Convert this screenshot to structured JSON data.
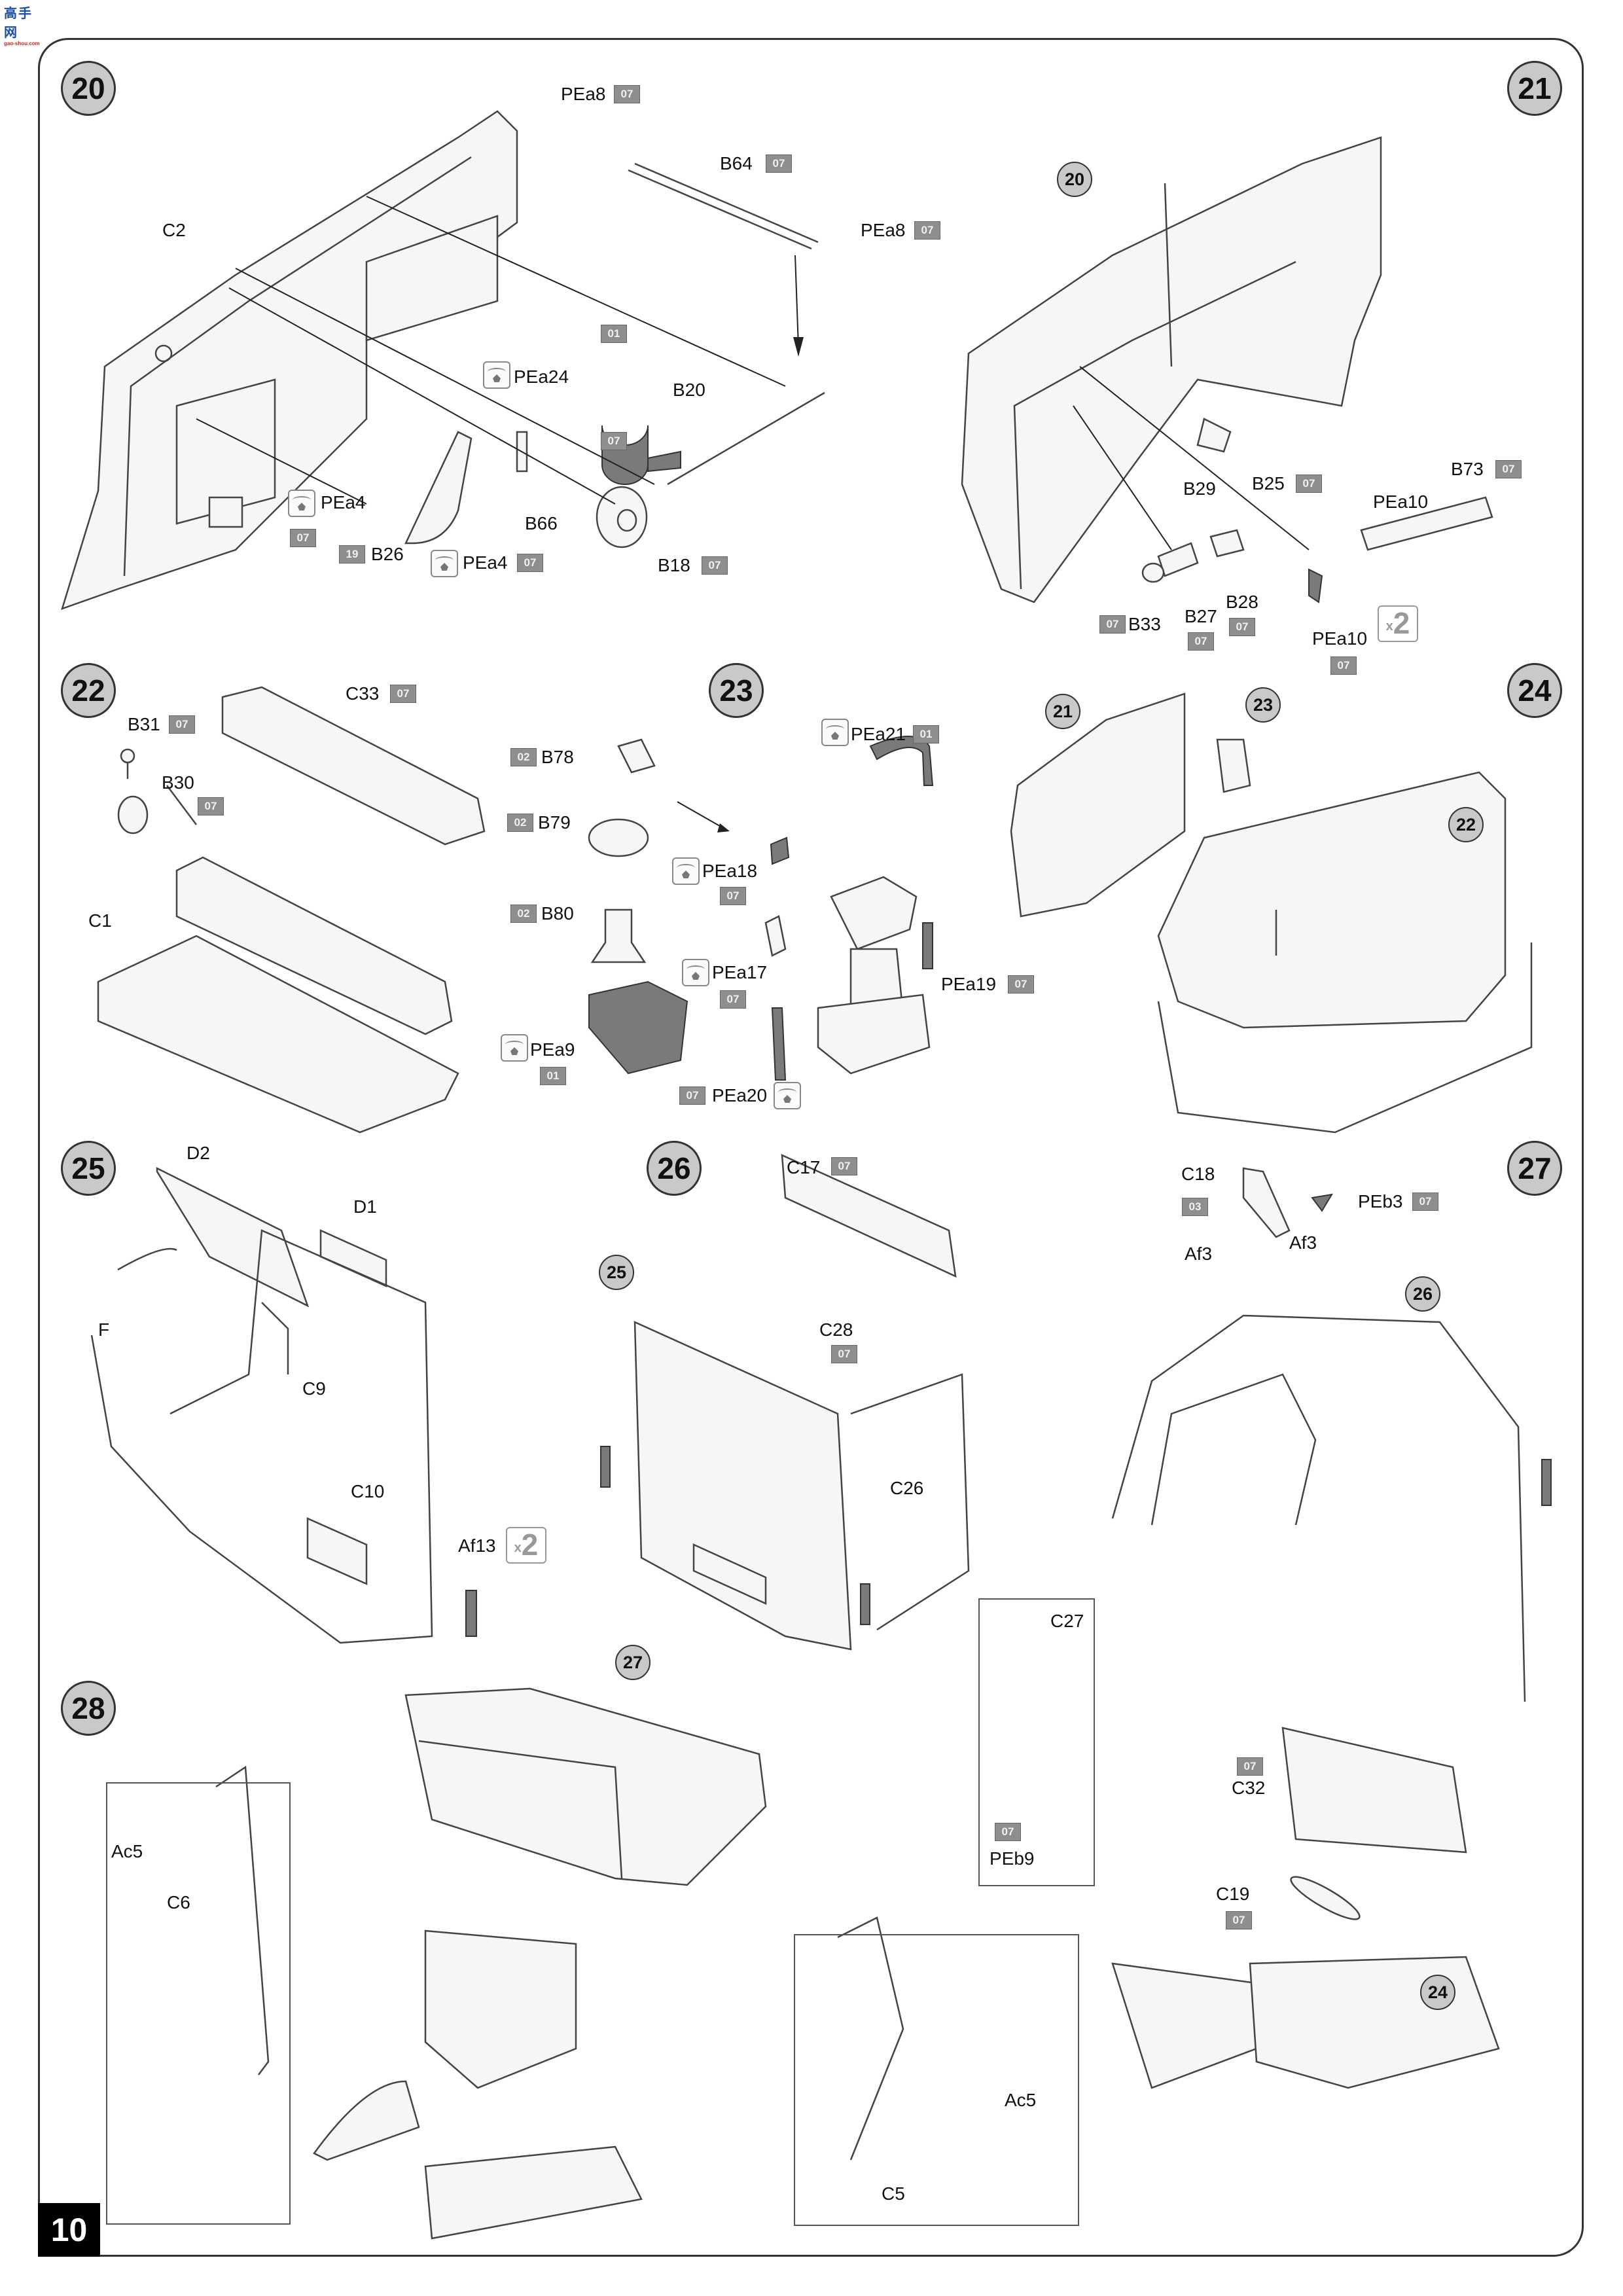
{
  "watermark": {
    "cn": "高手网",
    "en": "gao-shou.com"
  },
  "page_number": "10",
  "legend": {
    "photo_etch_icon": "photo-etch-part-icon",
    "paint_badge": "paint-code-badge",
    "quantity_mark": "quantity-multiplier"
  },
  "steps": [
    {
      "number": "20",
      "parts": [
        {
          "id": "C2"
        },
        {
          "id": "PEa8",
          "paint": "07"
        },
        {
          "id": "B64",
          "paint": "07"
        },
        {
          "id": "PEa8",
          "paint": "07"
        },
        {
          "id": "PEa24",
          "photo_etch": true
        },
        {
          "id": "B20",
          "paint": [
            "01",
            "07"
          ]
        },
        {
          "id": "PEa4",
          "photo_etch": true,
          "paint": "07"
        },
        {
          "id": "B26",
          "paint": "19"
        },
        {
          "id": "PEa4",
          "photo_etch": true,
          "paint": "07"
        },
        {
          "id": "B66"
        },
        {
          "id": "B18",
          "paint": "07"
        }
      ]
    },
    {
      "number": "21",
      "refs": [
        "20"
      ],
      "parts": [
        {
          "id": "PEa8",
          "paint": "07"
        },
        {
          "id": "B25",
          "paint": "07"
        },
        {
          "id": "B73",
          "paint": "07"
        },
        {
          "id": "PEa10"
        },
        {
          "id": "B29"
        },
        {
          "id": "B33",
          "paint": "07"
        },
        {
          "id": "B27",
          "paint": "07"
        },
        {
          "id": "B28",
          "paint": "07"
        },
        {
          "id": "PEa10",
          "paint": "07",
          "quantity": "2"
        }
      ]
    },
    {
      "number": "22",
      "parts": [
        {
          "id": "B31",
          "paint": "07"
        },
        {
          "id": "C33",
          "paint": "07"
        },
        {
          "id": "B30",
          "paint": "07"
        },
        {
          "id": "C1"
        }
      ]
    },
    {
      "number": "23",
      "parts": [
        {
          "id": "B78",
          "paint": "02"
        },
        {
          "id": "B79",
          "paint": "02"
        },
        {
          "id": "B80",
          "paint": "02"
        },
        {
          "id": "PEa9",
          "photo_etch": true,
          "paint": "01"
        },
        {
          "id": "PEa21",
          "photo_etch": true,
          "paint": "01"
        },
        {
          "id": "PEa18",
          "photo_etch": true,
          "paint": "07"
        },
        {
          "id": "PEa17",
          "photo_etch": true,
          "paint": "07"
        },
        {
          "id": "PEa19",
          "paint": "07"
        },
        {
          "id": "PEa20",
          "photo_etch": true,
          "paint": "07"
        }
      ]
    },
    {
      "number": "24",
      "refs": [
        "21",
        "23",
        "22"
      ]
    },
    {
      "number": "25",
      "parts": [
        {
          "id": "D2"
        },
        {
          "id": "D1"
        },
        {
          "id": "F"
        },
        {
          "id": "C9"
        },
        {
          "id": "C10"
        },
        {
          "id": "Af13",
          "quantity": "2"
        }
      ]
    },
    {
      "number": "26",
      "refs": [
        "25"
      ],
      "parts": [
        {
          "id": "C17",
          "paint": "07"
        },
        {
          "id": "C28",
          "paint": "07"
        },
        {
          "id": "C26"
        }
      ]
    },
    {
      "number": "27",
      "refs": [
        "26",
        "24"
      ],
      "parts": [
        {
          "id": "C18",
          "paint": "03"
        },
        {
          "id": "PEb3",
          "paint": "07"
        },
        {
          "id": "Af3"
        },
        {
          "id": "Af3"
        },
        {
          "id": "C27"
        },
        {
          "id": "PEb9",
          "paint": "07"
        },
        {
          "id": "C32",
          "paint": "07"
        },
        {
          "id": "C19",
          "paint": "07"
        }
      ]
    },
    {
      "number": "28",
      "refs": [
        "27"
      ],
      "parts": [
        {
          "id": "Ac5"
        },
        {
          "id": "C6"
        },
        {
          "id": "Ac5"
        },
        {
          "id": "C5"
        }
      ]
    }
  ],
  "labels": {
    "s20": {
      "pea8": "PEa8",
      "b64": "B64",
      "pea8b": "PEa8",
      "c2": "C2",
      "pea24": "PEa24",
      "b20": "B20",
      "pea4a": "PEa4",
      "b26": "B26",
      "pea4b": "PEa4",
      "b66": "B66",
      "b18": "B18"
    },
    "s21": {
      "b25": "B25",
      "b73": "B73",
      "pea10a": "PEa10",
      "b29": "B29",
      "b33": "B33",
      "b27": "B27",
      "b28": "B28",
      "pea10b": "PEa10"
    },
    "s22": {
      "b31": "B31",
      "c33": "C33",
      "b30": "B30",
      "c1": "C1"
    },
    "s23": {
      "b78": "B78",
      "b79": "B79",
      "b80": "B80",
      "pea9": "PEa9",
      "pea21": "PEa21",
      "pea18": "PEa18",
      "pea17": "PEa17",
      "pea19": "PEa19",
      "pea20": "PEa20"
    },
    "s25": {
      "d2": "D2",
      "d1": "D1",
      "f": "F",
      "c9": "C9",
      "c10": "C10",
      "af13": "Af13"
    },
    "s26": {
      "c17": "C17",
      "c28": "C28",
      "c26": "C26"
    },
    "s27": {
      "c18": "C18",
      "peb3": "PEb3",
      "af3a": "Af3",
      "af3b": "Af3",
      "c27": "C27",
      "peb9": "PEb9",
      "c32": "C32",
      "c19": "C19"
    },
    "s28": {
      "ac5a": "Ac5",
      "c6": "C6",
      "ac5b": "Ac5",
      "c5": "C5"
    }
  },
  "paint": {
    "p07": "07",
    "p01": "01",
    "p19": "19",
    "p02": "02",
    "p03": "03"
  },
  "quantity": {
    "x": "x",
    "two": "2"
  }
}
